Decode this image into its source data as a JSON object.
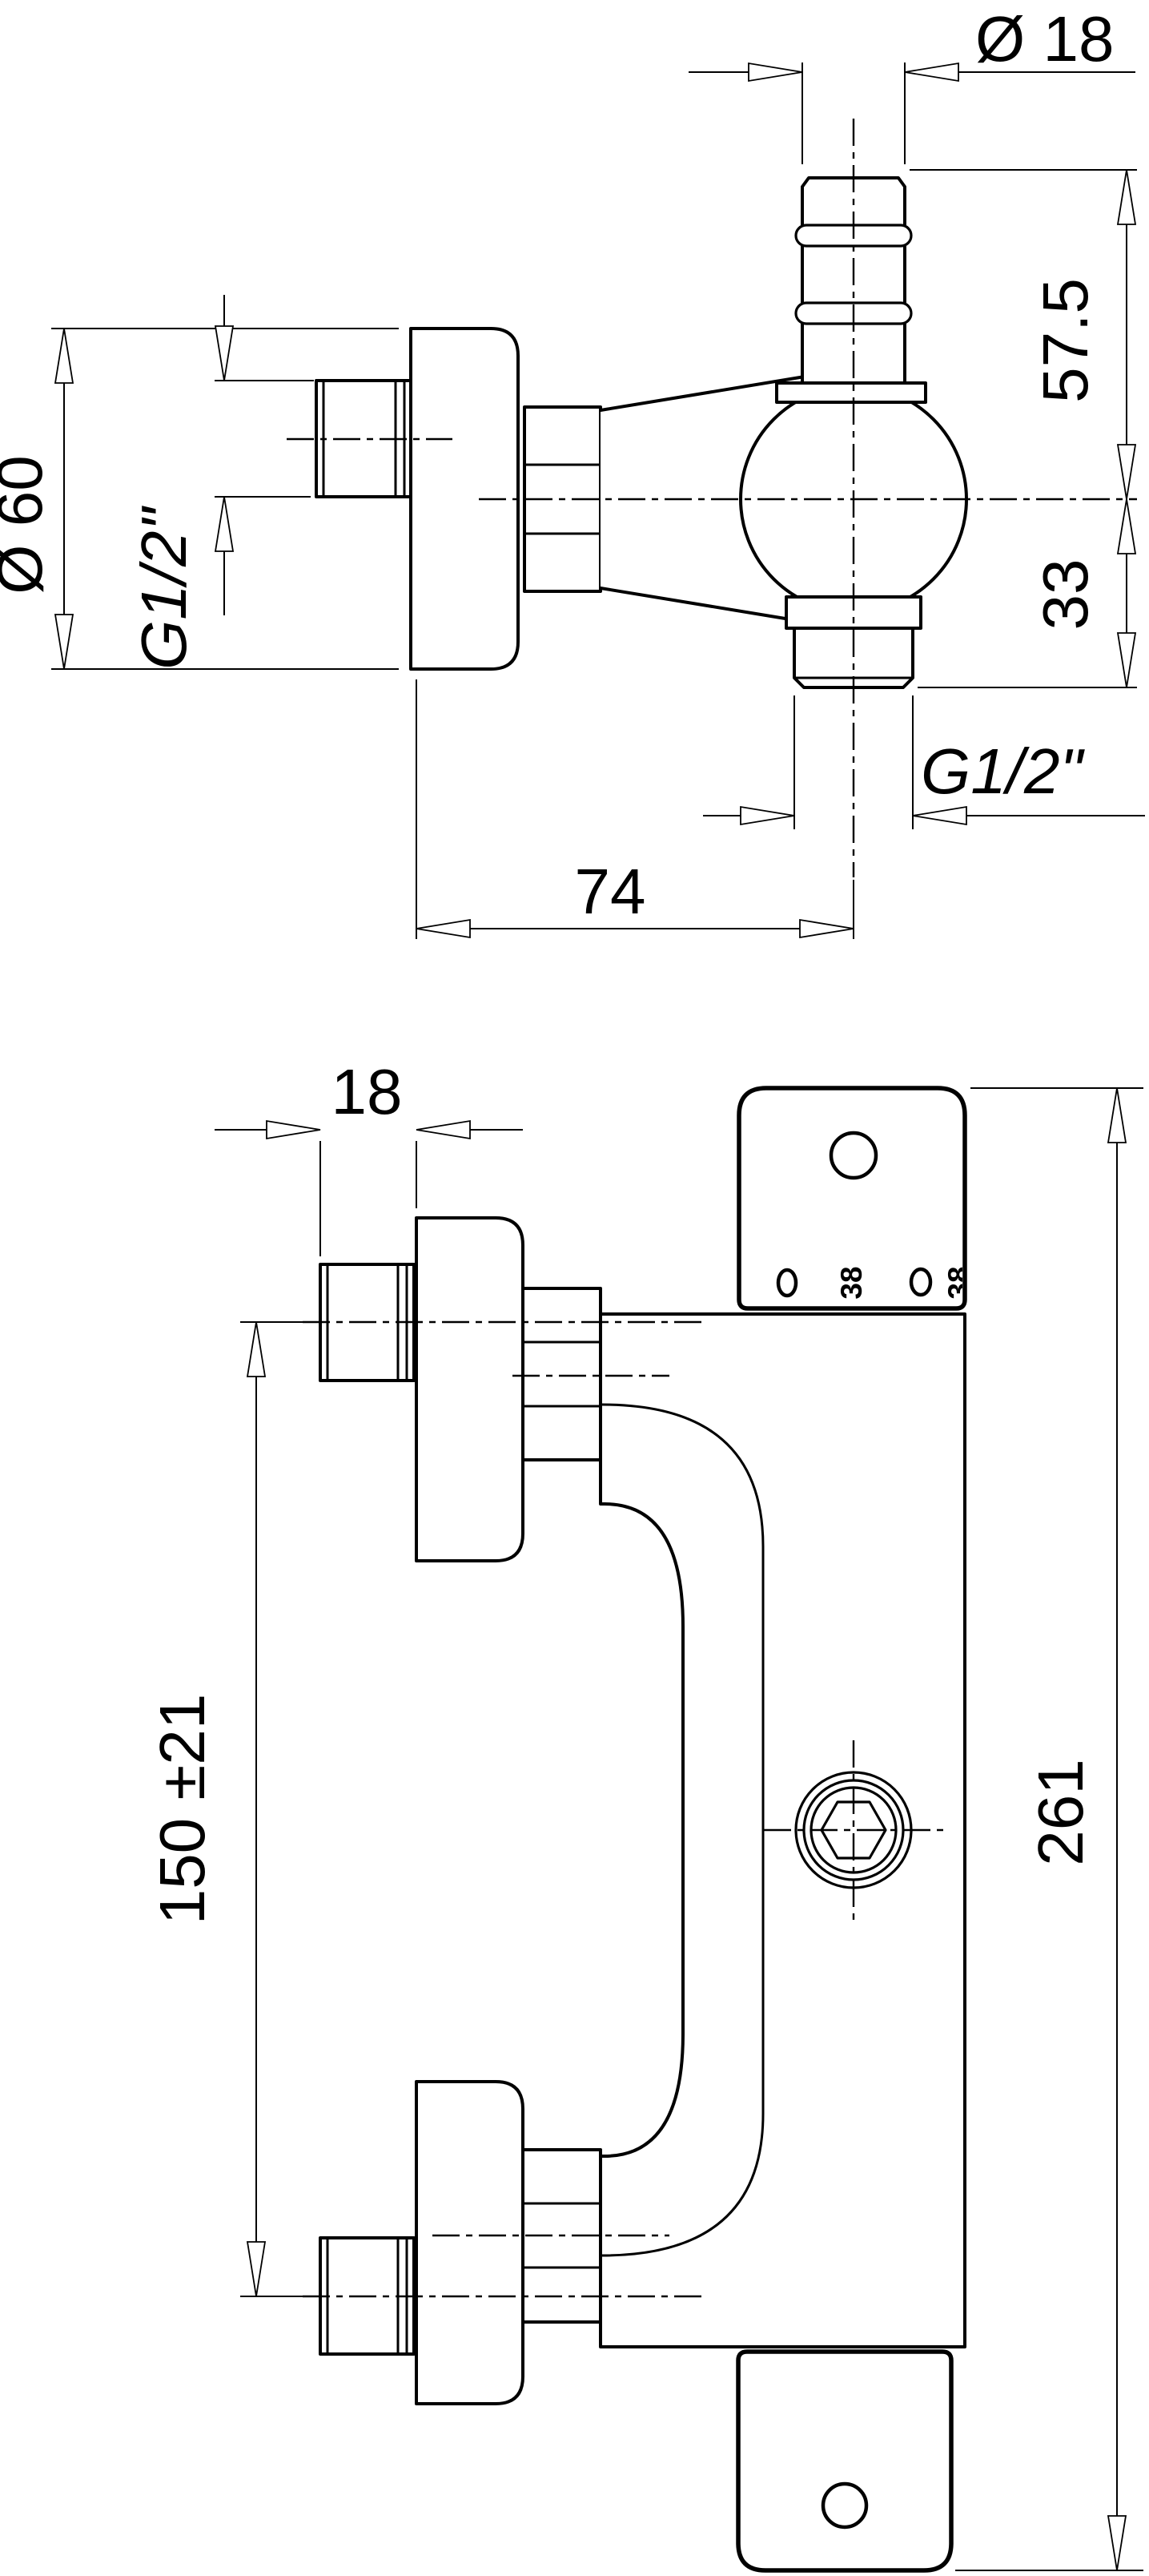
{
  "drawing_title": "thermostatic-shower-mixer-dimension-drawing",
  "colors": {
    "background": "#ffffff",
    "line": "#000000"
  },
  "side_view": {
    "dim_outlet_pipe_diameter": "Ø 18",
    "dim_upper_height": "57.5",
    "dim_lower_height": "33",
    "dim_flange_diameter": "Ø 60",
    "dim_wall_thread": "G1/2\"",
    "dim_bottom_outlet_thread": "G1/2\"",
    "dim_depth_to_axis": "74"
  },
  "front_view": {
    "dim_nipple_protrusion": "18",
    "dim_connection_spacing": "150 ±21",
    "dim_total_height": "261",
    "knob_temperature_marking": "38",
    "knob_temperature_marking_edge": "38"
  }
}
